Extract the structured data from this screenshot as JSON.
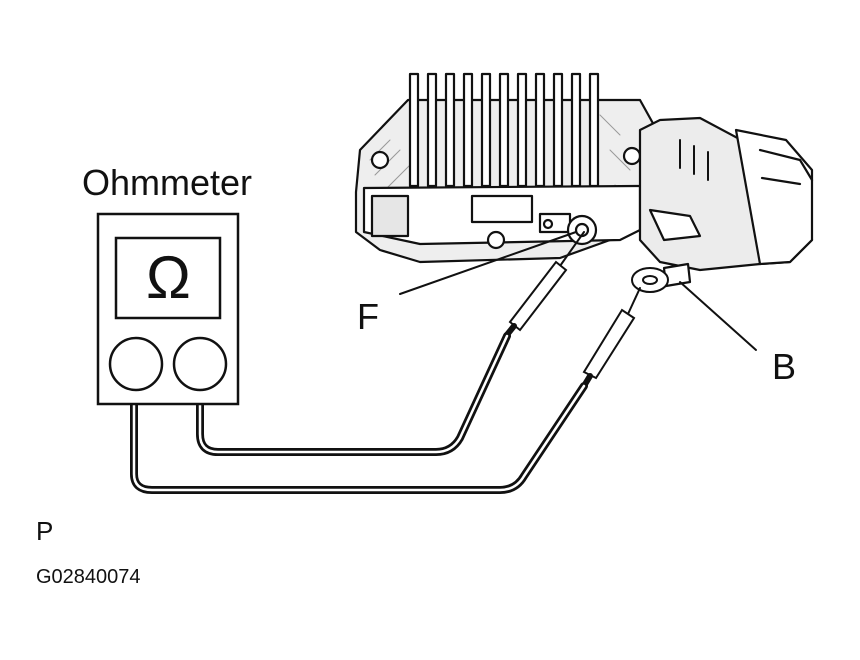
{
  "meter": {
    "title": "Ohmmeter",
    "symbol": "Ω"
  },
  "callouts": {
    "f": "F",
    "b": "B"
  },
  "footer": {
    "mark": "P",
    "code": "G02840074"
  }
}
